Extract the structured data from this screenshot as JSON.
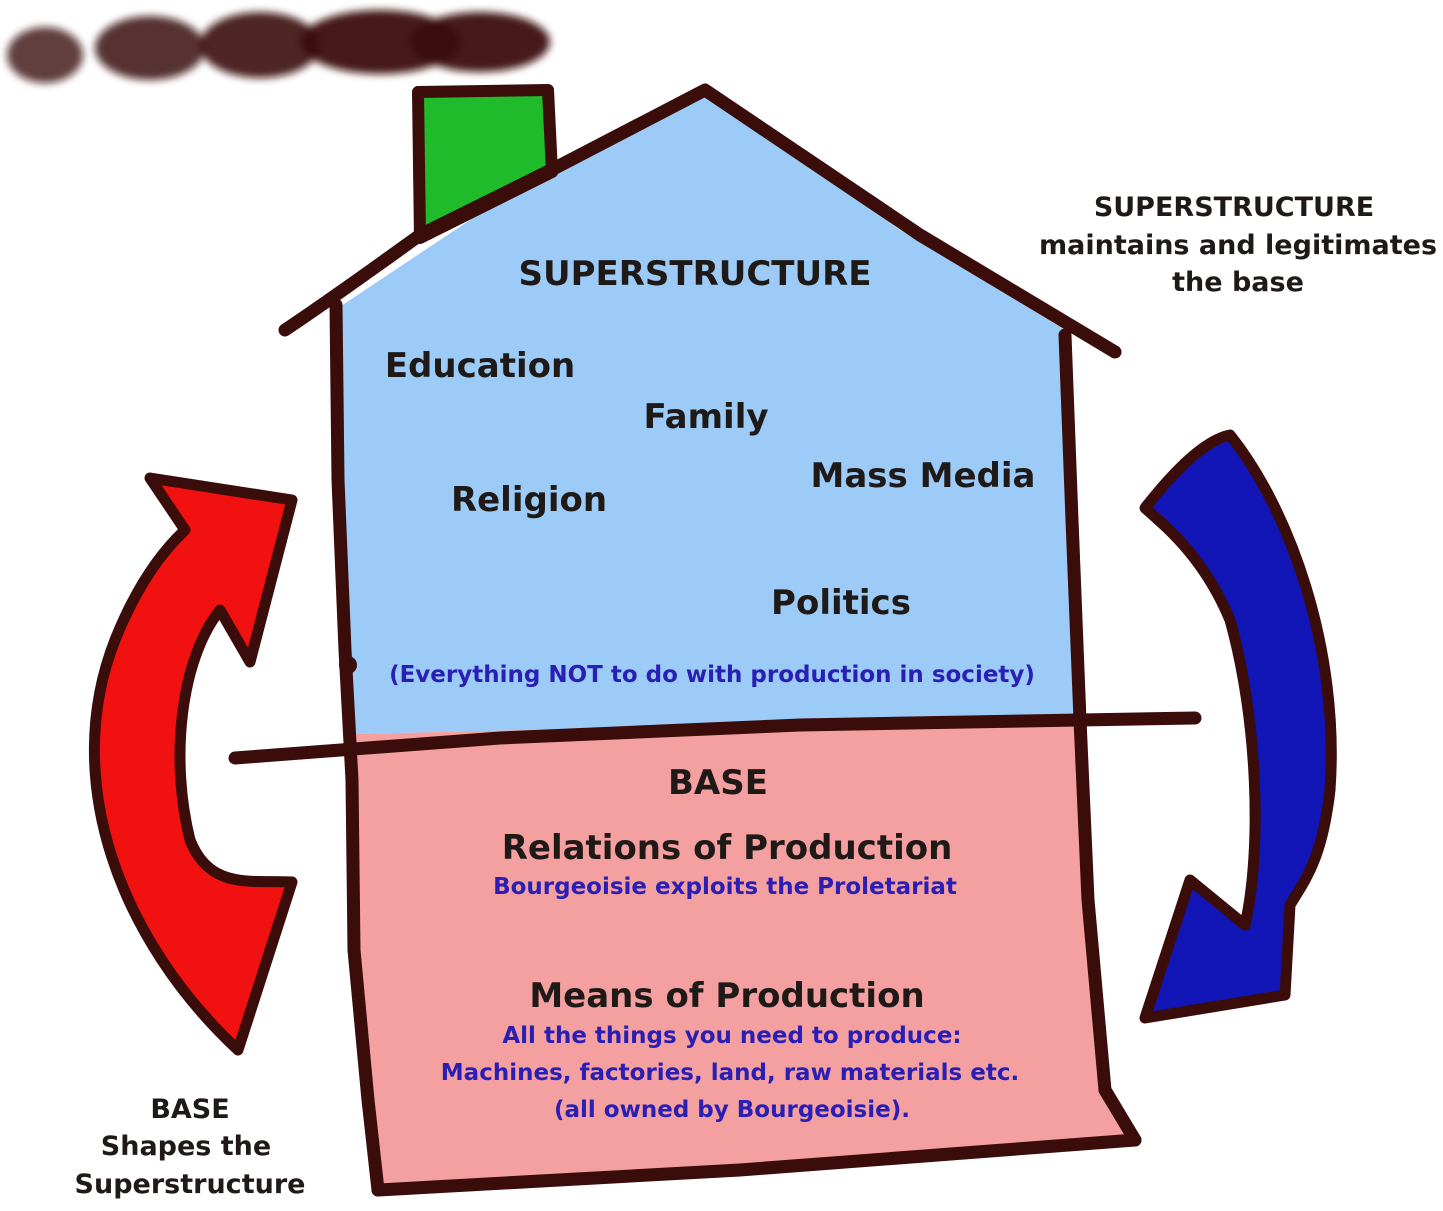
{
  "superstructure": {
    "heading": "SUPERSTRUCTURE",
    "institutions": {
      "education": "Education",
      "family": "Family",
      "mass_media": "Mass Media",
      "religion": "Religion",
      "politics": "Politics"
    },
    "note": "(Everything NOT to do with production in society)"
  },
  "base": {
    "heading": "BASE",
    "relations_title": "Relations of Production",
    "relations_desc": "Bourgeoisie exploits the Proletariat",
    "means_title": "Means of Production",
    "means_desc_1": "All the things you need to produce:",
    "means_desc_2": "Machines, factories, land, raw materials etc.",
    "means_desc_3": "(all owned by Bourgeoisie)."
  },
  "right_caption": {
    "line1": "SUPERSTRUCTURE",
    "line2": "maintains and legitimates",
    "line3": "the base"
  },
  "left_caption": {
    "line1": "BASE",
    "line2": "Shapes the",
    "line3": "Superstructure"
  },
  "colors": {
    "superstructure_fill": "#9ccbf7",
    "base_fill": "#f4a0a0",
    "chimney_fill": "#1fbb2a",
    "outline": "#3a0d0a",
    "smoke": "#3b120d",
    "left_arrow": "#f21111",
    "right_arrow": "#1216b6",
    "dark_text": "#1f1a17",
    "blue_text": "#2a1fb5"
  }
}
